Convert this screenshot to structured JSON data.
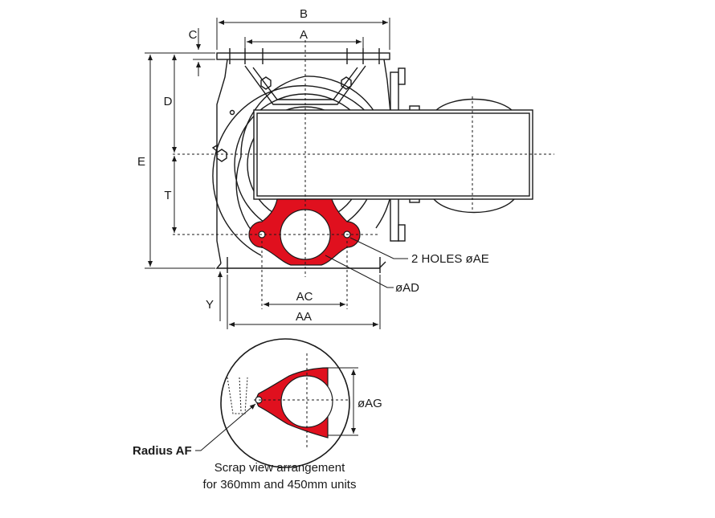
{
  "dimensions": {
    "B": "B",
    "A": "A",
    "C": "C",
    "D": "D",
    "E": "E",
    "T": "T",
    "Y": "Y",
    "AC": "AC",
    "AA": "AA",
    "AG": "øAG"
  },
  "callouts": {
    "holes": "2 HOLES øAE",
    "bore": "øAD",
    "radius": "Radius  AF"
  },
  "caption": {
    "line1": "Scrap view arrangement",
    "line2": "for 360mm and 450mm units"
  },
  "colors": {
    "flange_fill": "#e0101e",
    "line": "#1a1a1a"
  }
}
